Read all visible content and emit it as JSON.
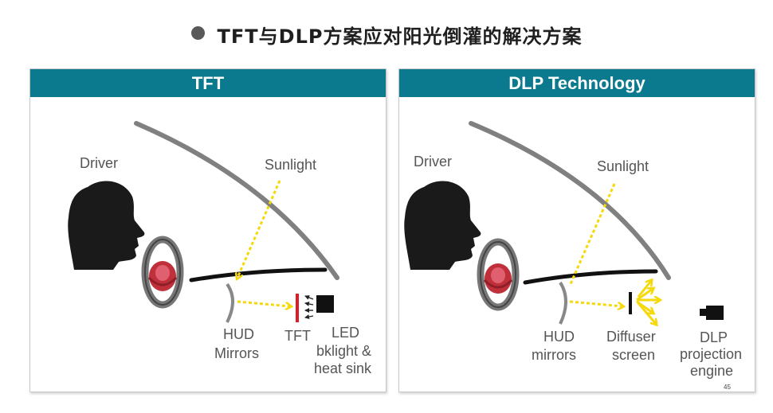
{
  "title": "TFT与DLP方案应对阳光倒灌的解决方案",
  "page_number": "45",
  "colors": {
    "header_bg": "#0c7a8e",
    "sunlight": "#f5d90a",
    "windshield": "#808080",
    "wheel": "#c0303a",
    "tft_panel": "#e01b24"
  },
  "tft_panel": {
    "header": "TFT",
    "labels": {
      "driver": "Driver",
      "sunlight": "Sunlight",
      "hud": "HUD",
      "mirrors": "Mirrors",
      "tft": "TFT",
      "led": "LED",
      "backlight": "bklight &",
      "heatsink": "heat sink"
    }
  },
  "dlp_panel": {
    "header": "DLP Technology",
    "labels": {
      "driver": "Driver",
      "sunlight": "Sunlight",
      "hud": "HUD",
      "mirrors": "mirrors",
      "diffuser": "Diffuser",
      "screen": "screen",
      "dlp": "DLP",
      "projection": "projection",
      "engine": "engine"
    }
  }
}
